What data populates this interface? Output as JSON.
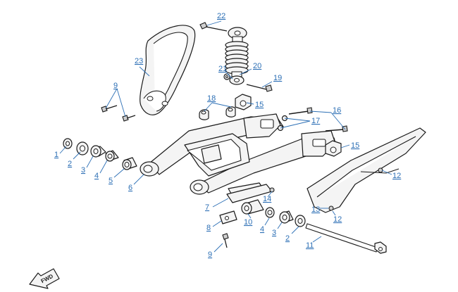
{
  "diagram": {
    "accent_color": "#2c6fb5",
    "direction_marker": "FWD",
    "callouts": [
      {
        "id": "c22",
        "label": "22"
      },
      {
        "id": "c23",
        "label": "23"
      },
      {
        "id": "c20",
        "label": "20"
      },
      {
        "id": "c21",
        "label": "21"
      },
      {
        "id": "c19",
        "label": "19"
      },
      {
        "id": "c9a",
        "label": "9"
      },
      {
        "id": "c18",
        "label": "18"
      },
      {
        "id": "c15a",
        "label": "15"
      },
      {
        "id": "c16",
        "label": "16"
      },
      {
        "id": "c17",
        "label": "17"
      },
      {
        "id": "c15b",
        "label": "15"
      },
      {
        "id": "c1",
        "label": "1"
      },
      {
        "id": "c2a",
        "label": "2"
      },
      {
        "id": "c3a",
        "label": "3"
      },
      {
        "id": "c4a",
        "label": "4"
      },
      {
        "id": "c5",
        "label": "5"
      },
      {
        "id": "c6",
        "label": "6"
      },
      {
        "id": "c12a",
        "label": "12"
      },
      {
        "id": "c14",
        "label": "14"
      },
      {
        "id": "c7",
        "label": "7"
      },
      {
        "id": "c13",
        "label": "13"
      },
      {
        "id": "c12b",
        "label": "12"
      },
      {
        "id": "c8",
        "label": "8"
      },
      {
        "id": "c10",
        "label": "10"
      },
      {
        "id": "c4b",
        "label": "4"
      },
      {
        "id": "c3b",
        "label": "3"
      },
      {
        "id": "c2b",
        "label": "2"
      },
      {
        "id": "c11",
        "label": "11"
      },
      {
        "id": "c9b",
        "label": "9"
      }
    ]
  }
}
